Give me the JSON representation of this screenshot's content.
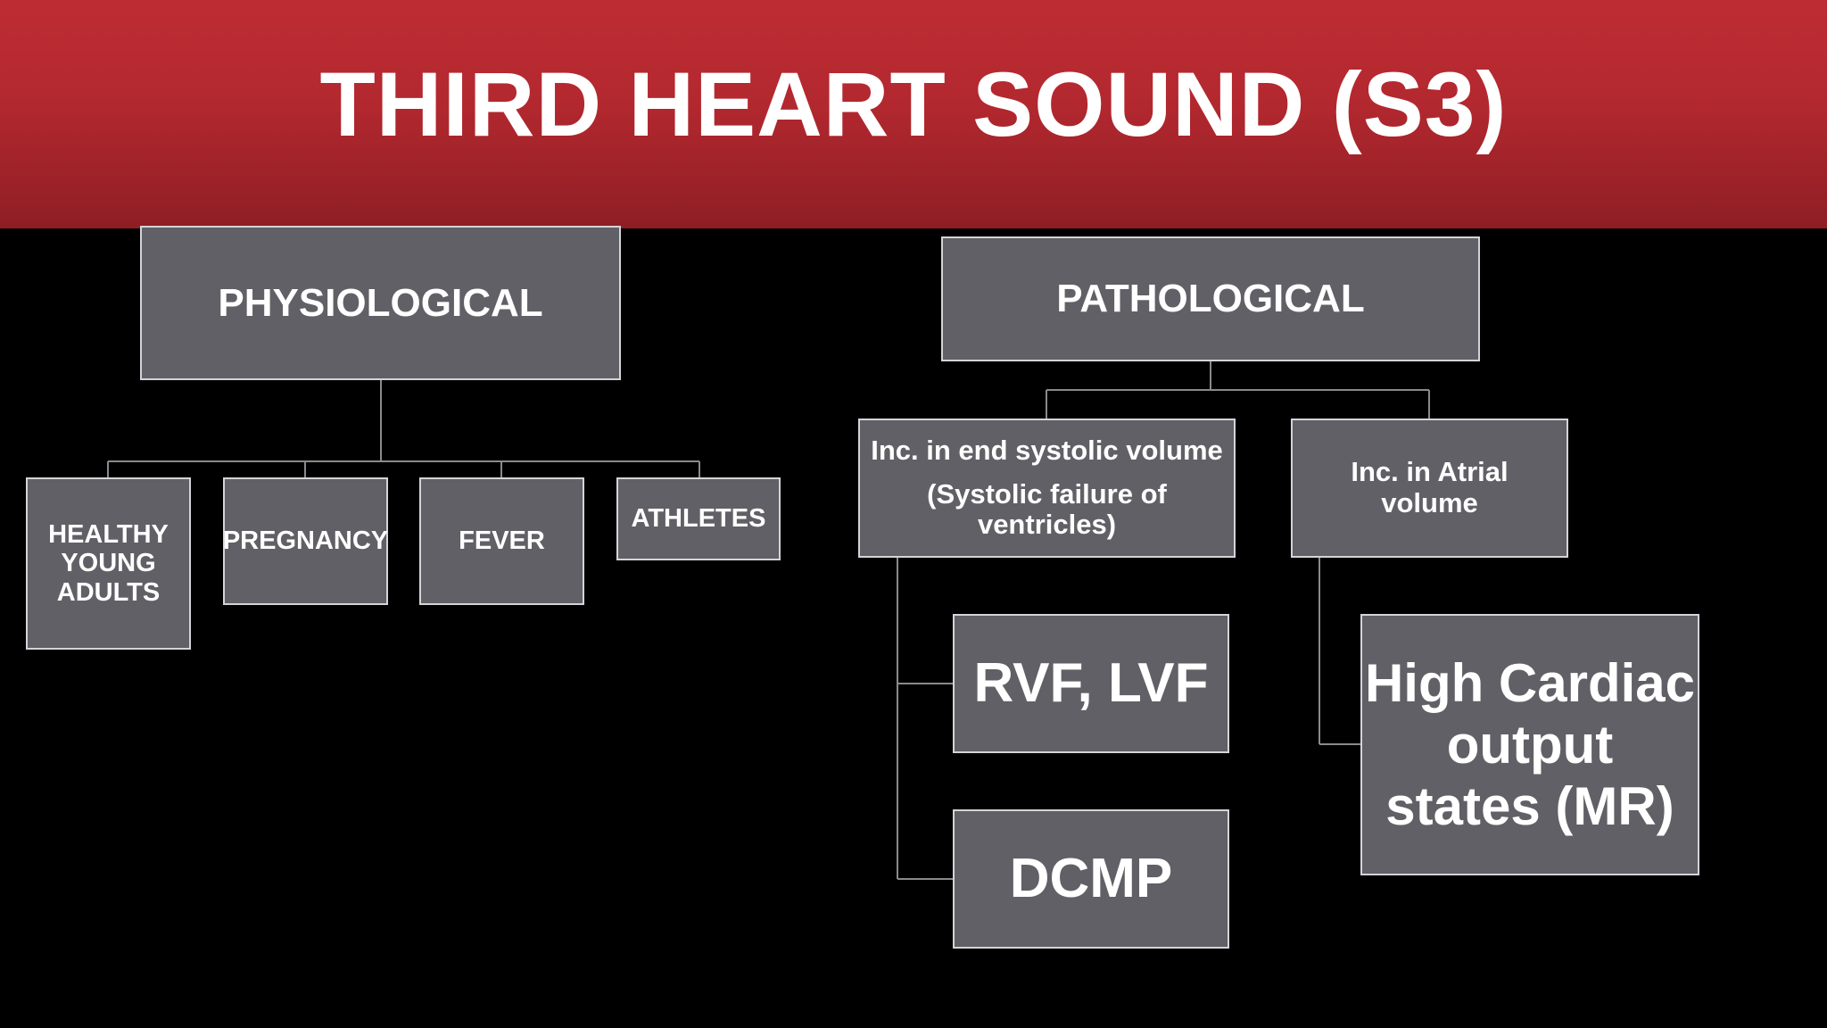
{
  "title": "THIRD HEART SOUND (S3)",
  "physiological": {
    "label": "PHYSIOLOGICAL",
    "children": {
      "young_lines": [
        "HEALTHY",
        "YOUNG",
        "ADULTS"
      ],
      "pregnancy": "PREGNANCY",
      "fever": "FEVER",
      "athletes": "ATHLETES"
    }
  },
  "pathological": {
    "label": "PATHOLOGICAL",
    "esv": {
      "line1": "Inc. in end systolic volume",
      "line2": "(Systolic failure of",
      "line3": "ventricles)",
      "children": {
        "rvf_lvf": "RVF, LVF",
        "dcmp": "DCMP"
      }
    },
    "atrial": {
      "line1": "Inc. in Atrial",
      "line2": "volume",
      "children": {
        "hco_lines": [
          "High Cardiac",
          "output",
          "states (MR)"
        ]
      }
    }
  },
  "colors": {
    "header_red": "#be2c33",
    "box_fill": "#616066",
    "box_border": "#d4d4d8",
    "connector": "#8a8a8e",
    "background": "#000000"
  }
}
